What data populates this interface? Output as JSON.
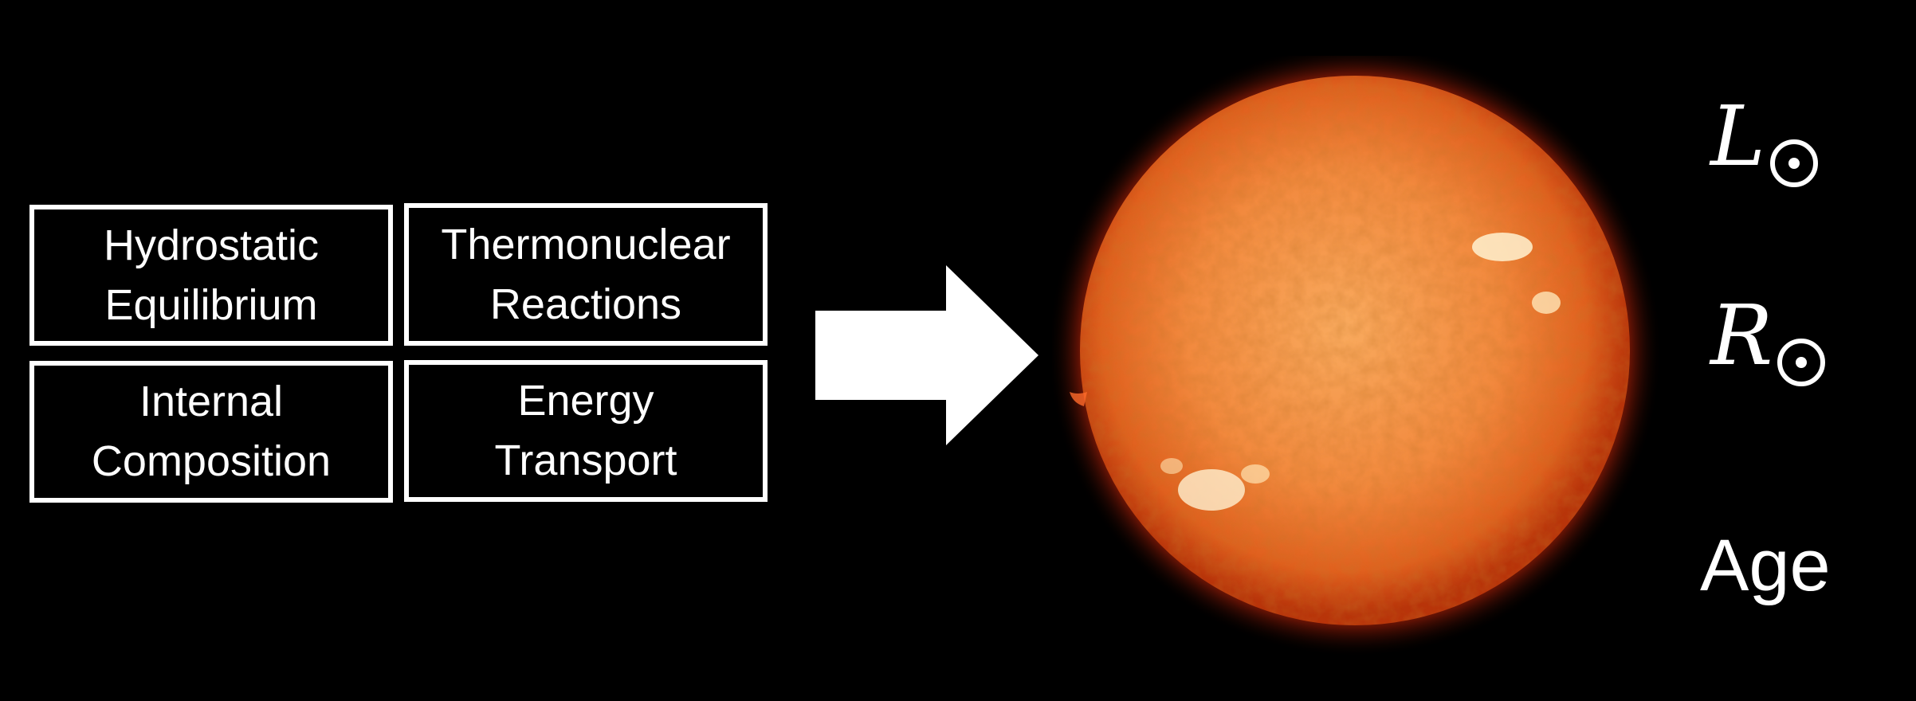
{
  "boxes": {
    "hydrostatic": {
      "line1": "Hydrostatic",
      "line2": "Equilibrium"
    },
    "thermonuclear": {
      "line1": "Thermonuclear",
      "line2": "Reactions"
    },
    "internal": {
      "line1": "Internal",
      "line2": "Composition"
    },
    "energy": {
      "line1": "Energy",
      "line2": "Transport"
    }
  },
  "outputs": {
    "luminosity_letter": "L",
    "radius_letter": "R",
    "age": "Age"
  },
  "colors": {
    "background": "#000000",
    "foreground": "#ffffff",
    "sun_core": "#f7a055",
    "sun_edge": "#c2390a"
  },
  "icons": {
    "arrow": "right-arrow-icon",
    "sun_symbol": "sun-symbol-icon",
    "sun_image": "sun-image"
  }
}
